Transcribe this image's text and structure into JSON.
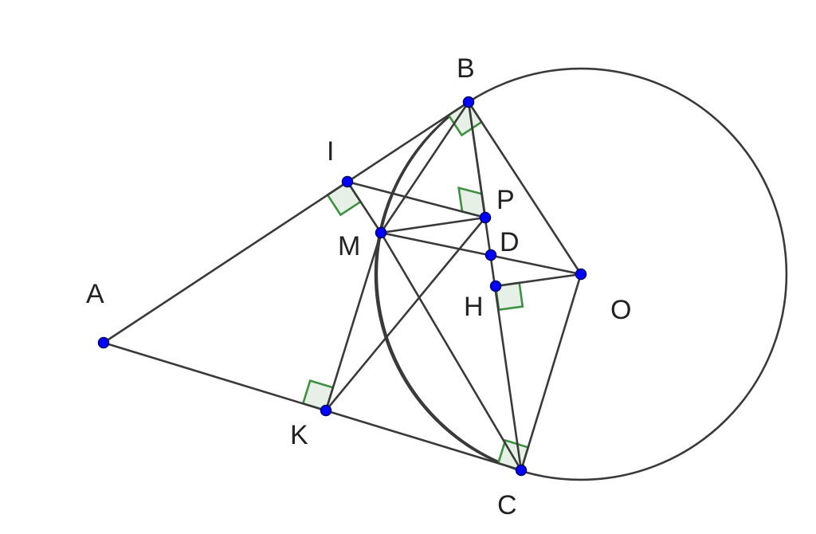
{
  "figure": {
    "type": "geometry-construction",
    "colors": {
      "background": "#ffffff",
      "stroke": "#3a3a3a",
      "point_fill": "#0000ff",
      "point_stroke": "#000066",
      "right_angle_stroke": "#3d9140",
      "right_angle_fill": "#e7f0e7",
      "label": "#222222"
    },
    "points": [
      {
        "id": "A",
        "label": "A"
      },
      {
        "id": "B",
        "label": "B"
      },
      {
        "id": "C",
        "label": "C"
      },
      {
        "id": "O",
        "label": "O"
      },
      {
        "id": "I",
        "label": "I"
      },
      {
        "id": "K",
        "label": "K"
      },
      {
        "id": "M",
        "label": "M"
      },
      {
        "id": "P",
        "label": "P"
      },
      {
        "id": "D",
        "label": "D"
      },
      {
        "id": "H",
        "label": "H"
      }
    ],
    "circle": {
      "center": "O",
      "through": "B"
    },
    "arc": {
      "name": "arc-BMC",
      "from": "B",
      "through": "M",
      "to": "C"
    },
    "segments": [
      [
        "A",
        "B"
      ],
      [
        "A",
        "C"
      ],
      [
        "B",
        "O"
      ],
      [
        "C",
        "O"
      ],
      [
        "B",
        "C"
      ],
      [
        "I",
        "M"
      ],
      [
        "I",
        "P"
      ],
      [
        "M",
        "P"
      ],
      [
        "M",
        "O"
      ],
      [
        "H",
        "O"
      ],
      [
        "M",
        "B"
      ],
      [
        "M",
        "C"
      ],
      [
        "M",
        "K"
      ],
      [
        "K",
        "P"
      ],
      [
        "P",
        "B"
      ]
    ],
    "right_angles": [
      {
        "vertex": "B",
        "between": [
          "A",
          "O"
        ]
      },
      {
        "vertex": "C",
        "between": [
          "A",
          "O"
        ]
      },
      {
        "vertex": "I",
        "between": [
          "A",
          "M"
        ]
      },
      {
        "vertex": "K",
        "between": [
          "A",
          "M"
        ]
      },
      {
        "vertex": "P",
        "between": [
          "I",
          "B"
        ]
      },
      {
        "vertex": "H",
        "between": [
          "O",
          "C"
        ]
      }
    ]
  }
}
